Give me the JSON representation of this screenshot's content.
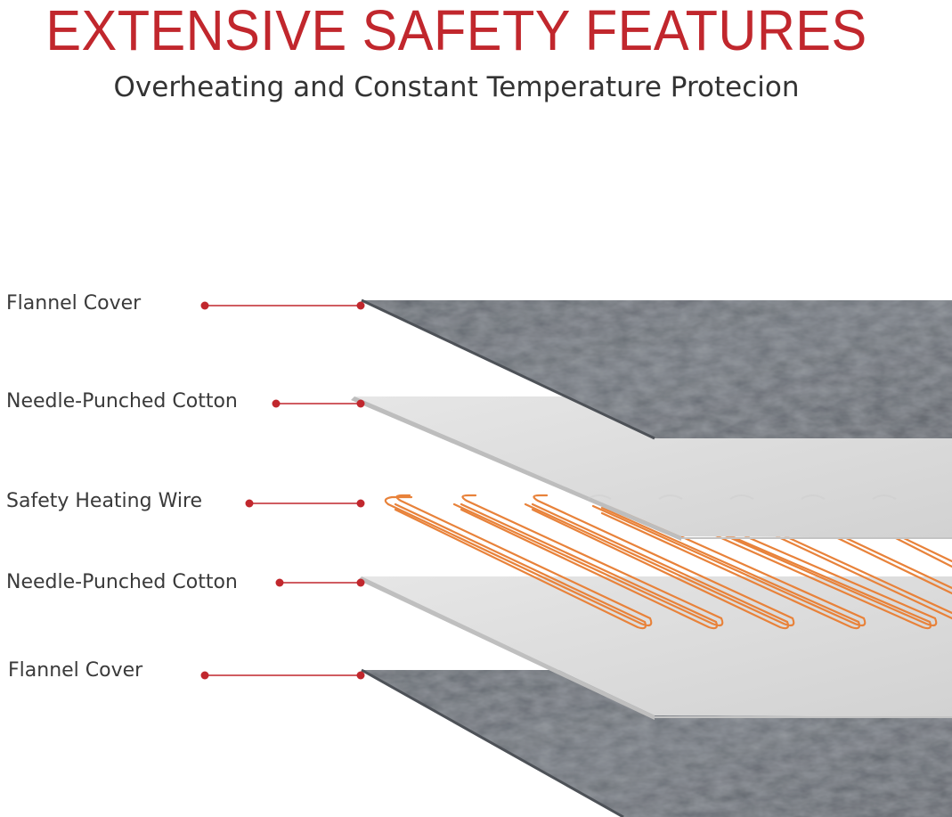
{
  "header": {
    "title": "EXTENSIVE SAFETY FEATURES",
    "subtitle": "Overheating and Constant Temperature Protecion"
  },
  "layers": [
    {
      "label": "Flannel Cover",
      "material": "flannel"
    },
    {
      "label": "Needle-Punched Cotton",
      "material": "cotton"
    },
    {
      "label": "Safety Heating Wire",
      "material": "heating-wire"
    },
    {
      "label": "Needle-Punched Cotton",
      "material": "cotton"
    },
    {
      "label": "Flannel Cover",
      "material": "flannel"
    }
  ],
  "colors": {
    "accent_red": "#c1272d",
    "flannel_gray": "#6b7077",
    "cotton_gray": "#d9d9d9",
    "wire_orange": "#e8823a"
  }
}
